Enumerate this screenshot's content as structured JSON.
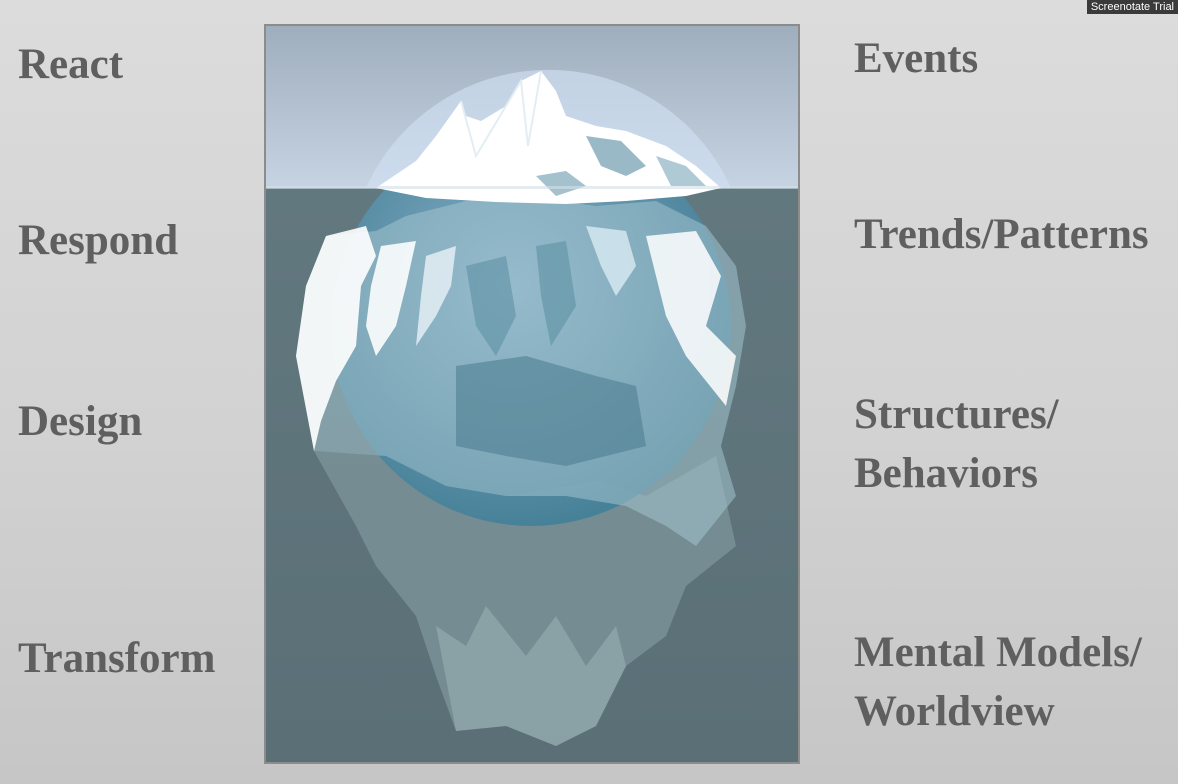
{
  "watermark": {
    "text": "Screenotate Trial"
  },
  "left_column": {
    "react": "React",
    "respond": "Respond",
    "design": "Design",
    "transform": "Transform"
  },
  "right_column": {
    "events": "Events",
    "trends": "Trends/Patterns",
    "structures_line1": "Structures/",
    "structures_line2": "Behaviors",
    "mental_line1": "Mental Models/",
    "mental_line2": "Worldview"
  },
  "colors": {
    "text": "#5f5f5f",
    "sky_top": "#9faebd",
    "sky_bottom": "#c6d3e2",
    "water": "#5f767d",
    "ice": "#ffffff",
    "circle": "#7aa8c6"
  }
}
